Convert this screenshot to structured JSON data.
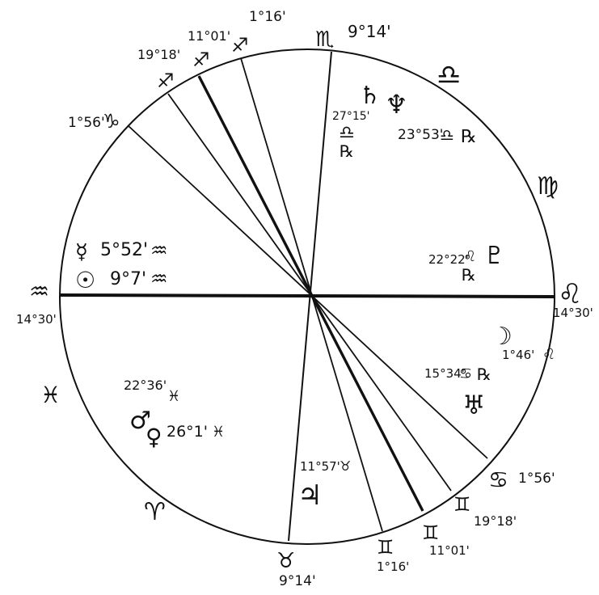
{
  "chart": {
    "cusps": [
      {
        "id": "asc",
        "sign_glyph": "♒",
        "degree_text": "14°30'"
      },
      {
        "id": "dsc",
        "sign_glyph": "♌",
        "degree_text": "14°30'"
      },
      {
        "id": "mc",
        "sign_glyph": "♏",
        "degree_text": "9°14'"
      },
      {
        "id": "ic",
        "sign_glyph": "♉",
        "degree_text": "9°14'"
      },
      {
        "id": "h11",
        "sign_glyph": "♐",
        "degree_text": "1°16'"
      },
      {
        "id": "h11b",
        "sign_glyph": "♐",
        "degree_text": "11°01'"
      },
      {
        "id": "h12",
        "sign_glyph": "♐",
        "degree_text": "19°18'"
      },
      {
        "id": "h12b",
        "sign_glyph": "♑",
        "degree_text": "1°56'"
      },
      {
        "id": "h5",
        "sign_glyph": "♊",
        "degree_text": "1°16'"
      },
      {
        "id": "h5b",
        "sign_glyph": "♊",
        "degree_text": "11°01'"
      },
      {
        "id": "h6",
        "sign_glyph": "♊",
        "degree_text": "19°18'"
      },
      {
        "id": "h6b",
        "sign_glyph": "♋",
        "degree_text": "1°56'"
      }
    ],
    "intercepted_signs": [
      {
        "id": "libra",
        "glyph": "♎"
      },
      {
        "id": "virgo",
        "glyph": "♍"
      },
      {
        "id": "pisces",
        "glyph": "♓"
      },
      {
        "id": "aries",
        "glyph": "♈"
      }
    ],
    "planets": [
      {
        "id": "saturn",
        "glyph": "♄",
        "degree_text": "27°15'",
        "sign_glyph": "♎",
        "retro": "℞"
      },
      {
        "id": "neptune",
        "glyph": "♆",
        "degree_text": "23°53'",
        "sign_glyph": "♎",
        "retro": "℞"
      },
      {
        "id": "pluto",
        "glyph": "♇",
        "degree_text": "22°22'",
        "sign_glyph": "♌",
        "retro": "℞"
      },
      {
        "id": "moon",
        "glyph": "☽",
        "degree_text": "1°46'",
        "sign_glyph": "♌",
        "retro": ""
      },
      {
        "id": "uranus",
        "glyph": "♅",
        "degree_text": "15°34'",
        "sign_glyph": "♋",
        "retro": "℞"
      },
      {
        "id": "mercury",
        "glyph": "☿",
        "degree_text": "5°52'",
        "sign_glyph": "♒",
        "retro": ""
      },
      {
        "id": "sun",
        "glyph": "☉",
        "degree_text": "9°7'",
        "sign_glyph": "♒",
        "retro": ""
      },
      {
        "id": "mars",
        "glyph": "♂",
        "degree_text": "22°36'",
        "sign_glyph": "♓",
        "retro": ""
      },
      {
        "id": "venus",
        "glyph": "♀",
        "degree_text": "26°1'",
        "sign_glyph": "♓",
        "retro": ""
      },
      {
        "id": "jupiter",
        "glyph": "♃",
        "degree_text": "11°57'",
        "sign_glyph": "♉",
        "retro": ""
      }
    ]
  }
}
